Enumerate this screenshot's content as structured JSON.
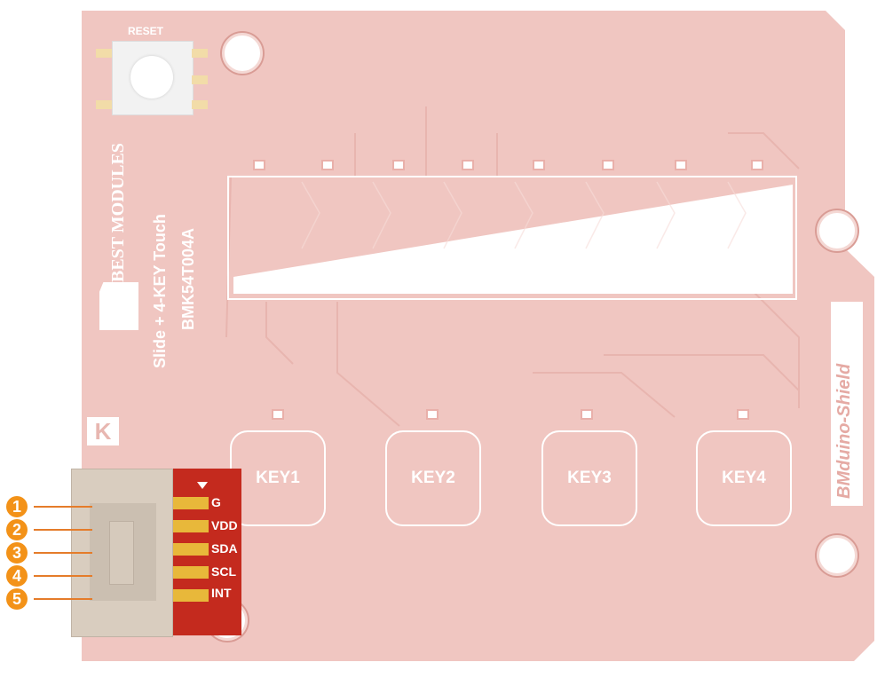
{
  "board": {
    "reset_label": "RESET",
    "brand_logo": "BEST MODULES",
    "product_title": "Slide + 4-KEY Touch",
    "part_number": "BMK54T004A",
    "shield_label": "BMduino-Shield",
    "connector_marker": "K",
    "keys": [
      "KEY1",
      "KEY2",
      "KEY3",
      "KEY4"
    ],
    "pins": [
      {
        "number": "1",
        "label": "G"
      },
      {
        "number": "2",
        "label": "VDD"
      },
      {
        "number": "3",
        "label": "SDA"
      },
      {
        "number": "4",
        "label": "SCL"
      },
      {
        "number": "5",
        "label": "INT"
      }
    ],
    "colors": {
      "board": "#f0c6c1",
      "connector_pcb": "#c42a1e",
      "callout": "#f39218",
      "gold_pad": "#e8b83a"
    }
  }
}
